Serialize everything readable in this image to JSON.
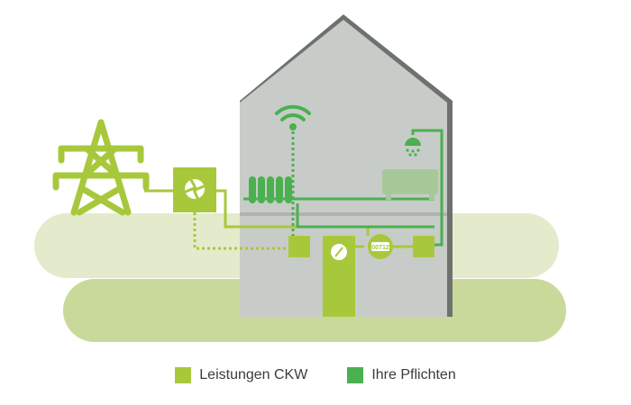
{
  "colors": {
    "ckw_green": "#a8c83c",
    "own_green": "#4bb04f",
    "house_grey": "#c8ccc8",
    "house_shadow": "#6e726e",
    "hill_light": "#e3ebcc",
    "hill_dark": "#c9d99a"
  },
  "diagram": {
    "meter_label": "00712",
    "icons": [
      "power-pylon-icon",
      "fan-box-icon",
      "wifi-icon",
      "radiator-icon",
      "shower-icon",
      "bathtub-icon",
      "meter-icon",
      "boiler-icon"
    ]
  },
  "legend": {
    "items": [
      {
        "label": "Leistungen CKW",
        "color": "#a8c83c"
      },
      {
        "label": "Ihre Pflichten",
        "color": "#4bb04f"
      }
    ]
  }
}
